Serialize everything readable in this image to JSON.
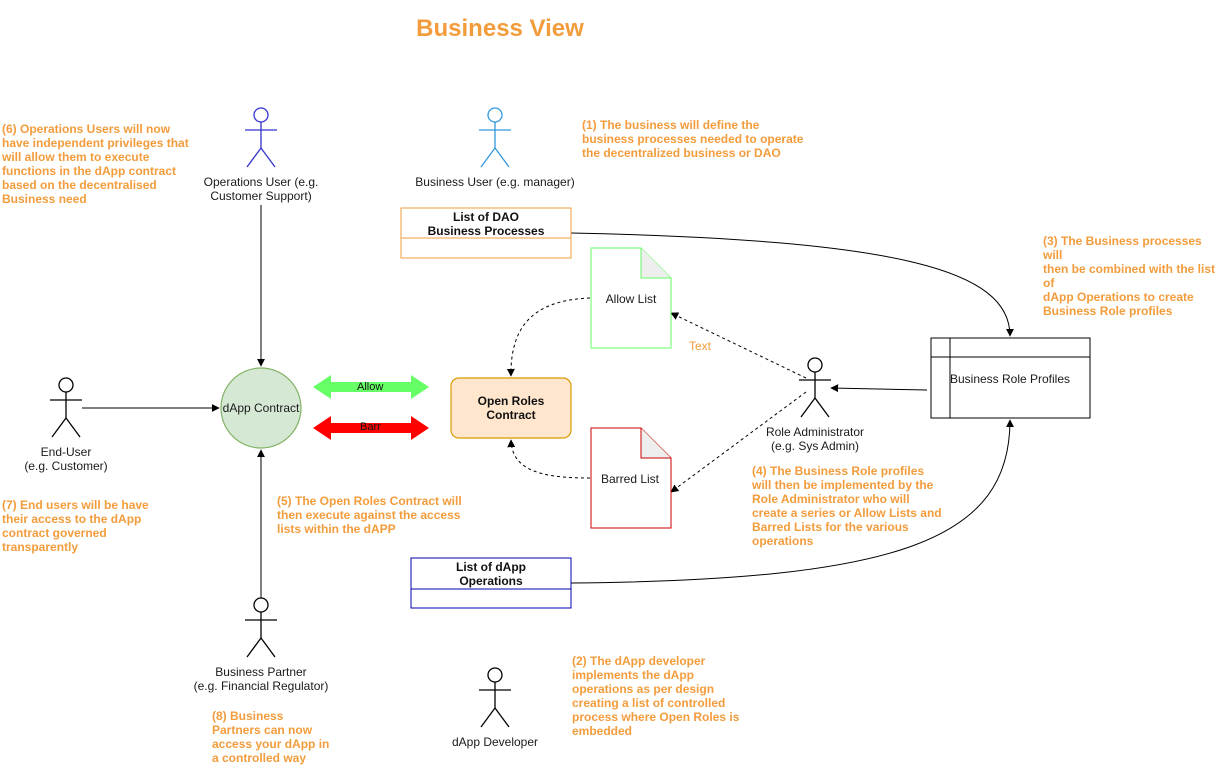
{
  "title": "Business View",
  "actors": {
    "operations_user": "Operations User (e.g.\nCustomer Support)",
    "business_user": "Business User (e.g. manager)",
    "end_user": "End-User\n(e.g. Customer)",
    "business_partner": "Business Partner\n(e.g. Financial Regulator)",
    "role_admin": "Role Administrator\n(e.g. Sys Admin)",
    "dapp_developer": "dApp Developer"
  },
  "nodes": {
    "dapp_contract": "dApp Contract",
    "open_roles_contract": "Open Roles\nContract",
    "dao_processes": "List of DAO\nBusiness Processes",
    "dapp_operations": "List of dApp\nOperations",
    "business_role_profiles": "Business Role Profiles",
    "allow_list": "Allow List",
    "barred_list": "Barred List"
  },
  "arrows": {
    "allow": "Allow",
    "barr": "Barr",
    "text": "Text"
  },
  "notes": {
    "n1": "(1) The business will define the\nbusiness processes needed to operate\nthe decentralized business or DAO",
    "n2": "(2)  The dApp developer\nimplements the dApp\noperations as per design\ncreating a list of controlled\nprocess where Open Roles is\nembedded",
    "n3": "(3) The Business processes will\nthen be combined with the list of\ndApp Operations to create\nBusiness Role profiles",
    "n4": "(4) The Business Role profiles\nwill then be implemented by the\nRole Administrator who will\ncreate a series or Allow Lists and\nBarred Lists for the various\noperations",
    "n5": "(5) The Open Roles Contract will\nthen execute against the access\nlists within the dAPP",
    "n6": "(6) Operations Users will now\nhave independent privileges that\nwill allow them to execute\nfunctions in the dApp contract\nbased on the decentralised\nBusiness need",
    "n7": "(7)  End users will be have\ntheir access to the dApp\ncontract governed\ntransparently",
    "n8": "(8)  Business\nPartners can now\naccess your dApp in\na controlled way"
  },
  "colors": {
    "accent": "#f39c3c",
    "allow_green": "#66ff66",
    "barr_red": "#ff0000",
    "contract_fill": "#d5e8d4",
    "contract_stroke": "#82b366",
    "open_roles_fill": "#ffe6cc",
    "open_roles_stroke": "#d79b00",
    "operations_blue": "#0000aa",
    "actor_blue": "#3333cc",
    "actor_lightblue": "#3399dd"
  }
}
